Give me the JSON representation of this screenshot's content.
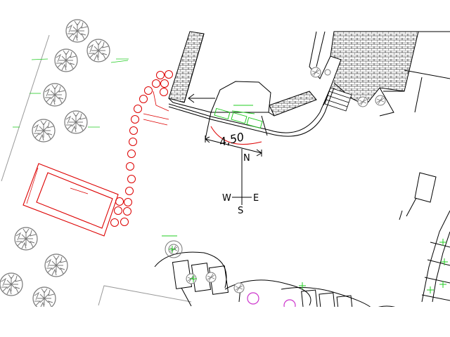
{
  "drawing": {
    "dimension_value": "4,50",
    "compass": {
      "north": "N",
      "west": "W",
      "east": "E",
      "south": "S"
    },
    "colors": {
      "linework": "#000000",
      "trees": "#7a7a7a",
      "annotation_green": "#22cc22",
      "annotation_red": "#dd0000",
      "magenta": "#cc33cc",
      "grey_line": "#999999"
    }
  }
}
